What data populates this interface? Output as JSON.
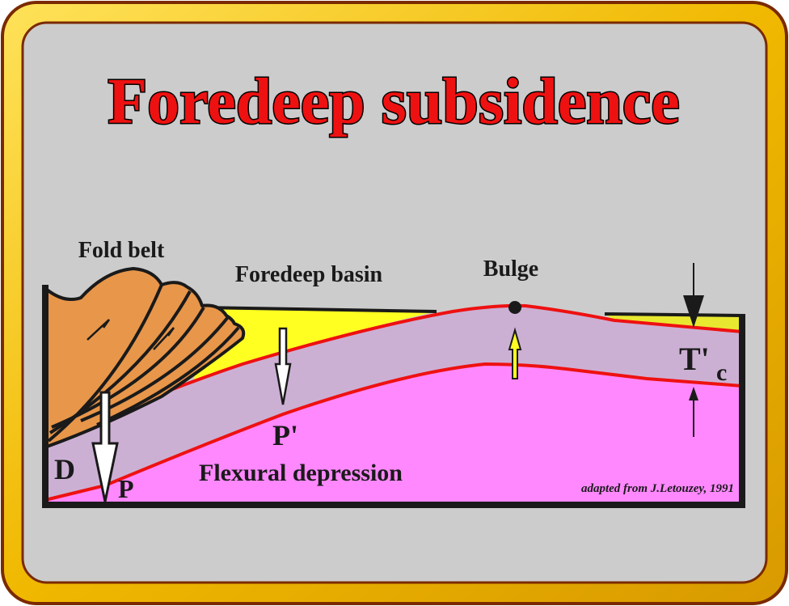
{
  "title": "Foredeep subsidence",
  "labels": {
    "fold_belt": "Fold belt",
    "foredeep_basin": "Foredeep basin",
    "bulge": "Bulge",
    "tc_main": "T'",
    "tc_sub": "c",
    "p_prime": "P'",
    "d": "D",
    "p": "P",
    "flexural_depression": "Flexural depression",
    "credit": "adapted from J.Letouzey, 1991"
  },
  "colors": {
    "frame_gold": "#f2c200",
    "frame_outline": "#7a2a00",
    "panel": "#cccccc",
    "title_fill": "#ee1111",
    "fold_belt": "#e8964a",
    "sediment": "#ffff22",
    "crust": "#ccb0d4",
    "mantle": "#ff88ff",
    "boundary": "#ee1111"
  }
}
